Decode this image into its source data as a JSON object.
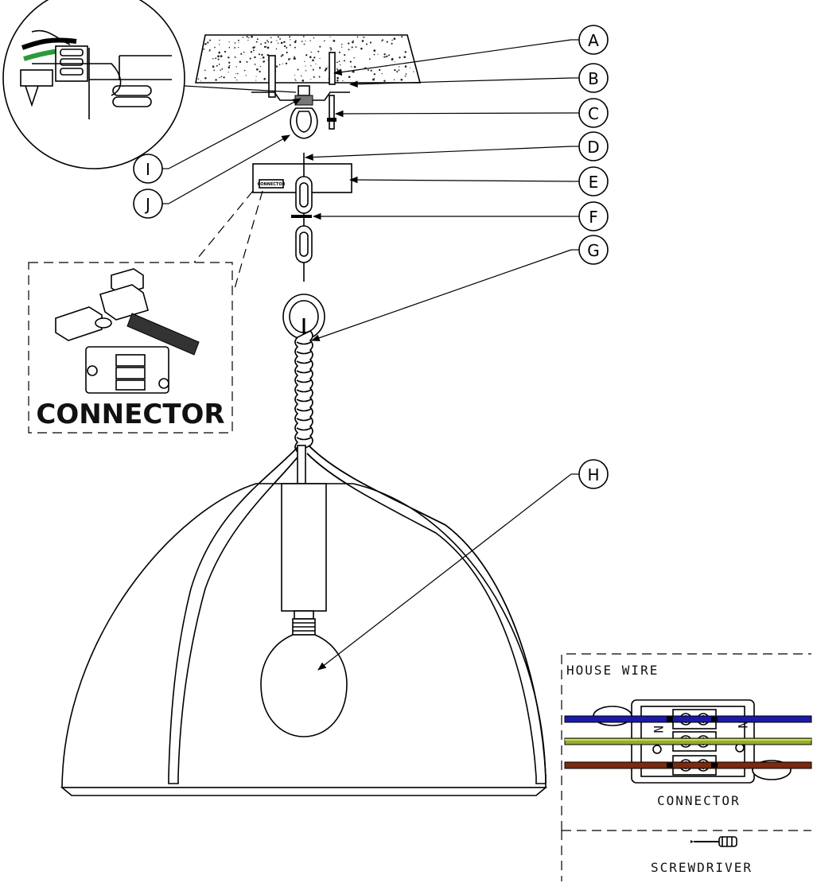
{
  "callouts": [
    {
      "letter": "A"
    },
    {
      "letter": "B"
    },
    {
      "letter": "C"
    },
    {
      "letter": "D"
    },
    {
      "letter": "E"
    },
    {
      "letter": "F"
    },
    {
      "letter": "G"
    },
    {
      "letter": "H"
    },
    {
      "letter": "I"
    },
    {
      "letter": "J"
    }
  ],
  "canopy_label": "CONNECTOR",
  "connector_inset": {
    "title": "CONNECTOR"
  },
  "wiring_panel": {
    "title": "HOUSE WIRE",
    "caption": "CONNECTOR",
    "terminal_marks": [
      "N",
      "N"
    ],
    "wire_colors": [
      "#1a1aa8",
      "#8db03a",
      "#7a2a10"
    ]
  },
  "tool_panel": {
    "caption": "SCREWDRIVER"
  }
}
